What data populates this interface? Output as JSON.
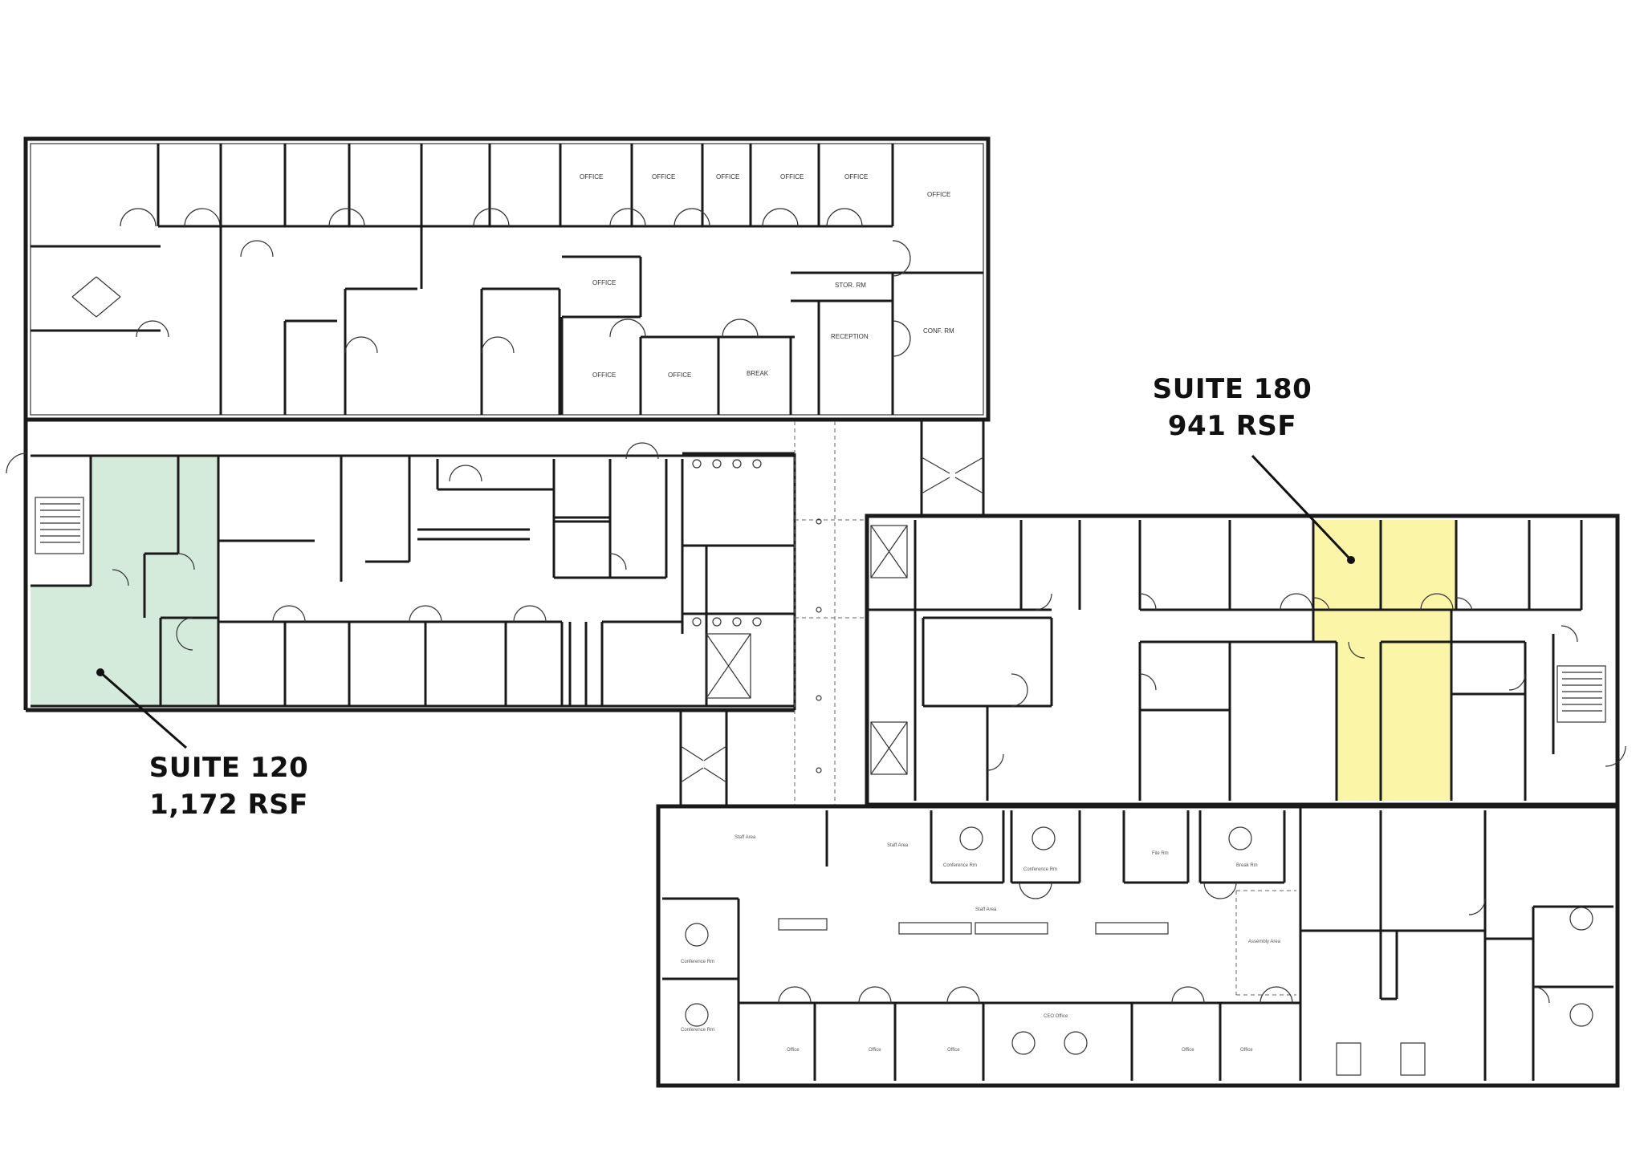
{
  "suites": [
    {
      "id": "suite-120",
      "name": "SUITE 120",
      "area": "1,172 RSF",
      "color": "#d4eadb"
    },
    {
      "id": "suite-180",
      "name": "SUITE 180",
      "area": "941 RSF",
      "color": "#fbf5a8"
    }
  ],
  "rooms": {
    "office": "OFFICE",
    "conf_rm": "CONF. RM",
    "reception": "RECEPTION",
    "stor_rm": "STOR. RM",
    "break": "BREAK",
    "staff_area": "Staff Area",
    "conference_rm": "Conference Rm",
    "file_rm": "File Rm",
    "break_rm": "Break Rm",
    "assembly_area": "Assembly Area",
    "ceo_office": "CEO Office",
    "office_small": "Office"
  },
  "colors": {
    "wall": "#1a1a1a",
    "leader": "#111111"
  }
}
